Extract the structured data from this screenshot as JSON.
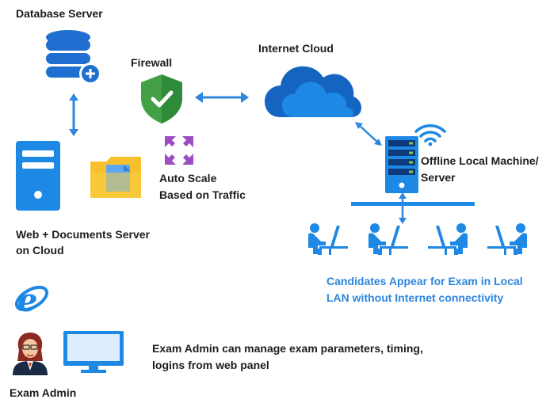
{
  "labels": {
    "database_server": "Database Server",
    "firewall": "Firewall",
    "internet_cloud": "Internet Cloud",
    "auto_scale_line1": "Auto Scale",
    "auto_scale_line2": "Based on Traffic",
    "offline_line1": "Offline Local Machine/",
    "offline_line2": "Server",
    "web_server_line1": "Web + Documents Server",
    "web_server_line2": "on Cloud",
    "candidates_line1": "Candidates Appear for Exam in Local",
    "candidates_line2": "LAN without Internet connectivity",
    "admin_desc_line1": "Exam Admin can manage exam parameters, timing,",
    "admin_desc_line2": "logins from web panel",
    "exam_admin": "Exam Admin"
  },
  "icons": [
    "database-add-icon",
    "shield-check-icon",
    "cloud-icon",
    "server-tower-icon",
    "folder-document-icon",
    "expand-arrows-icon",
    "rack-server-icon",
    "wifi-icon",
    "user-at-computer-icon",
    "internet-explorer-icon",
    "woman-avatar-icon",
    "monitor-icon"
  ],
  "colors": {
    "primary_blue": "#2e86de",
    "dark_blue": "#1565c0",
    "green": "#43a047",
    "yellow": "#f6c12c",
    "purple": "#9c4dc4",
    "text": "#1d1d1d"
  }
}
